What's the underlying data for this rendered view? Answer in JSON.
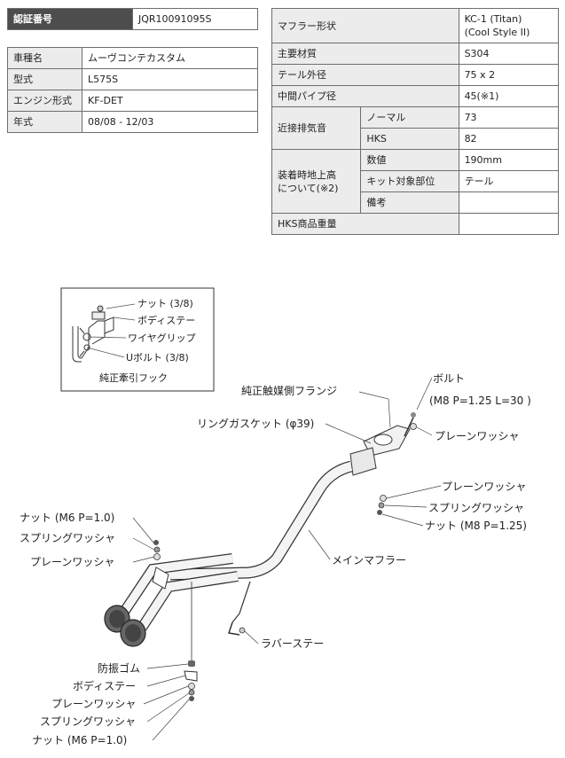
{
  "cert": {
    "label": "認証番号",
    "value": "JQR10091095S"
  },
  "vehicle": [
    {
      "label": "車種名",
      "value": "ムーヴコンテカスタム"
    },
    {
      "label": "型式",
      "value": "L575S"
    },
    {
      "label": "エンジン形式",
      "value": "KF-DET"
    },
    {
      "label": "年式",
      "value": "08/08 - 12/03"
    }
  ],
  "muffler": {
    "shape": {
      "label": "マフラー形状",
      "value_line1": "KC-1 (Titan)",
      "value_line2": "(Cool Style II)"
    },
    "material": {
      "label": "主要材質",
      "value": "S304"
    },
    "tail": {
      "label": "テール外径",
      "value": "75 x 2"
    },
    "pipe": {
      "label": "中間パイプ径",
      "value": "45(※1)"
    },
    "noise": {
      "label": "近接排気音",
      "normal_label": "ノーマル",
      "normal_value": "73",
      "hks_label": "HKS",
      "hks_value": "82"
    },
    "height": {
      "label_line1": "装着時地上高",
      "label_line2": "について(※2)",
      "num_label": "数値",
      "num_value": "190mm",
      "kit_label": "キット対象部位",
      "kit_value": "テール",
      "note_label": "備考",
      "note_value": ""
    },
    "weight": {
      "label": "HKS商品重量",
      "value": ""
    }
  },
  "inset": {
    "nut": "ナット (3/8)",
    "stay": "ボディステー",
    "grip": "ワイヤグリップ",
    "bolt": "Uボルト (3/8)",
    "hook": "純正牽引フック"
  },
  "callouts": {
    "flange": "純正触媒側フランジ",
    "bolt": "ボルト",
    "bolt_spec": "(M8 P=1.25 L=30 )",
    "gasket": "リングガスケット (φ39)",
    "washer1": "プレーンワッシャ",
    "washer2": "プレーンワッシャ",
    "spring1": "スプリングワッシャ",
    "nut_m8": "ナット (M8 P=1.25)",
    "main": "メインマフラー",
    "nut_m6_top": "ナット (M6 P=1.0)",
    "spring_top": "スプリングワッシャ",
    "washer_top": "プレーンワッシャ",
    "rubber": "ラバーステー",
    "vib": "防振ゴム",
    "body_stay": "ボディステー",
    "washer_bottom": "プレーンワッシャ",
    "spring_bottom": "スプリングワッシャ",
    "nut_m6_bottom": "ナット (M6 P=1.0)"
  }
}
